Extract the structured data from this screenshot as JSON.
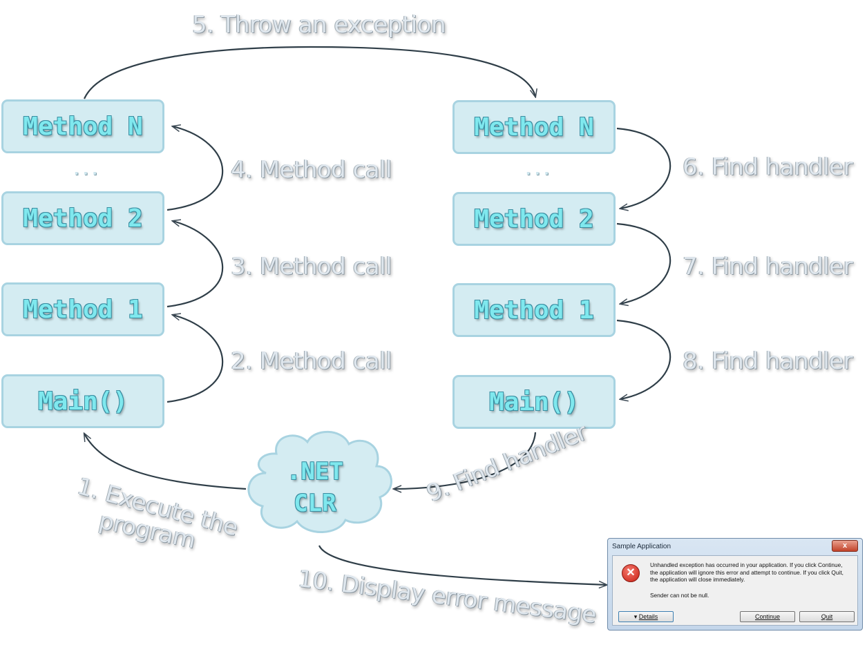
{
  "left_stack": {
    "method_n": "Method N",
    "dots": "...",
    "method_2": "Method 2",
    "method_1": "Method 1",
    "main": "Main()"
  },
  "right_stack": {
    "method_n": "Method N",
    "dots": "...",
    "method_2": "Method 2",
    "method_1": "Method 1",
    "main": "Main()"
  },
  "clr": {
    "line1": ".NET",
    "line2": "CLR"
  },
  "labels": {
    "step1_line1": "1. Execute the",
    "step1_line2": "program",
    "step2": "2. Method call",
    "step3": "3. Method call",
    "step4": "4. Method call",
    "step5": "5. Throw an exception",
    "step6": "6. Find handler",
    "step7": "7. Find handler",
    "step8": "8. Find handler",
    "step9": "9. Find handler",
    "step10": "10. Display error message"
  },
  "dialog": {
    "title": "Sample Application",
    "close_glyph": "x",
    "icon_glyph": "✕",
    "message": "Unhandled exception has occurred in your application. If you click Continue, the application will ignore this error and attempt to continue. If you click Quit, the application will close immediately.",
    "detail": "Sender can not be null.",
    "details_button_arrow": "▾",
    "details_button": "Details",
    "continue_button": "Continue",
    "quit_button": "Quit"
  }
}
